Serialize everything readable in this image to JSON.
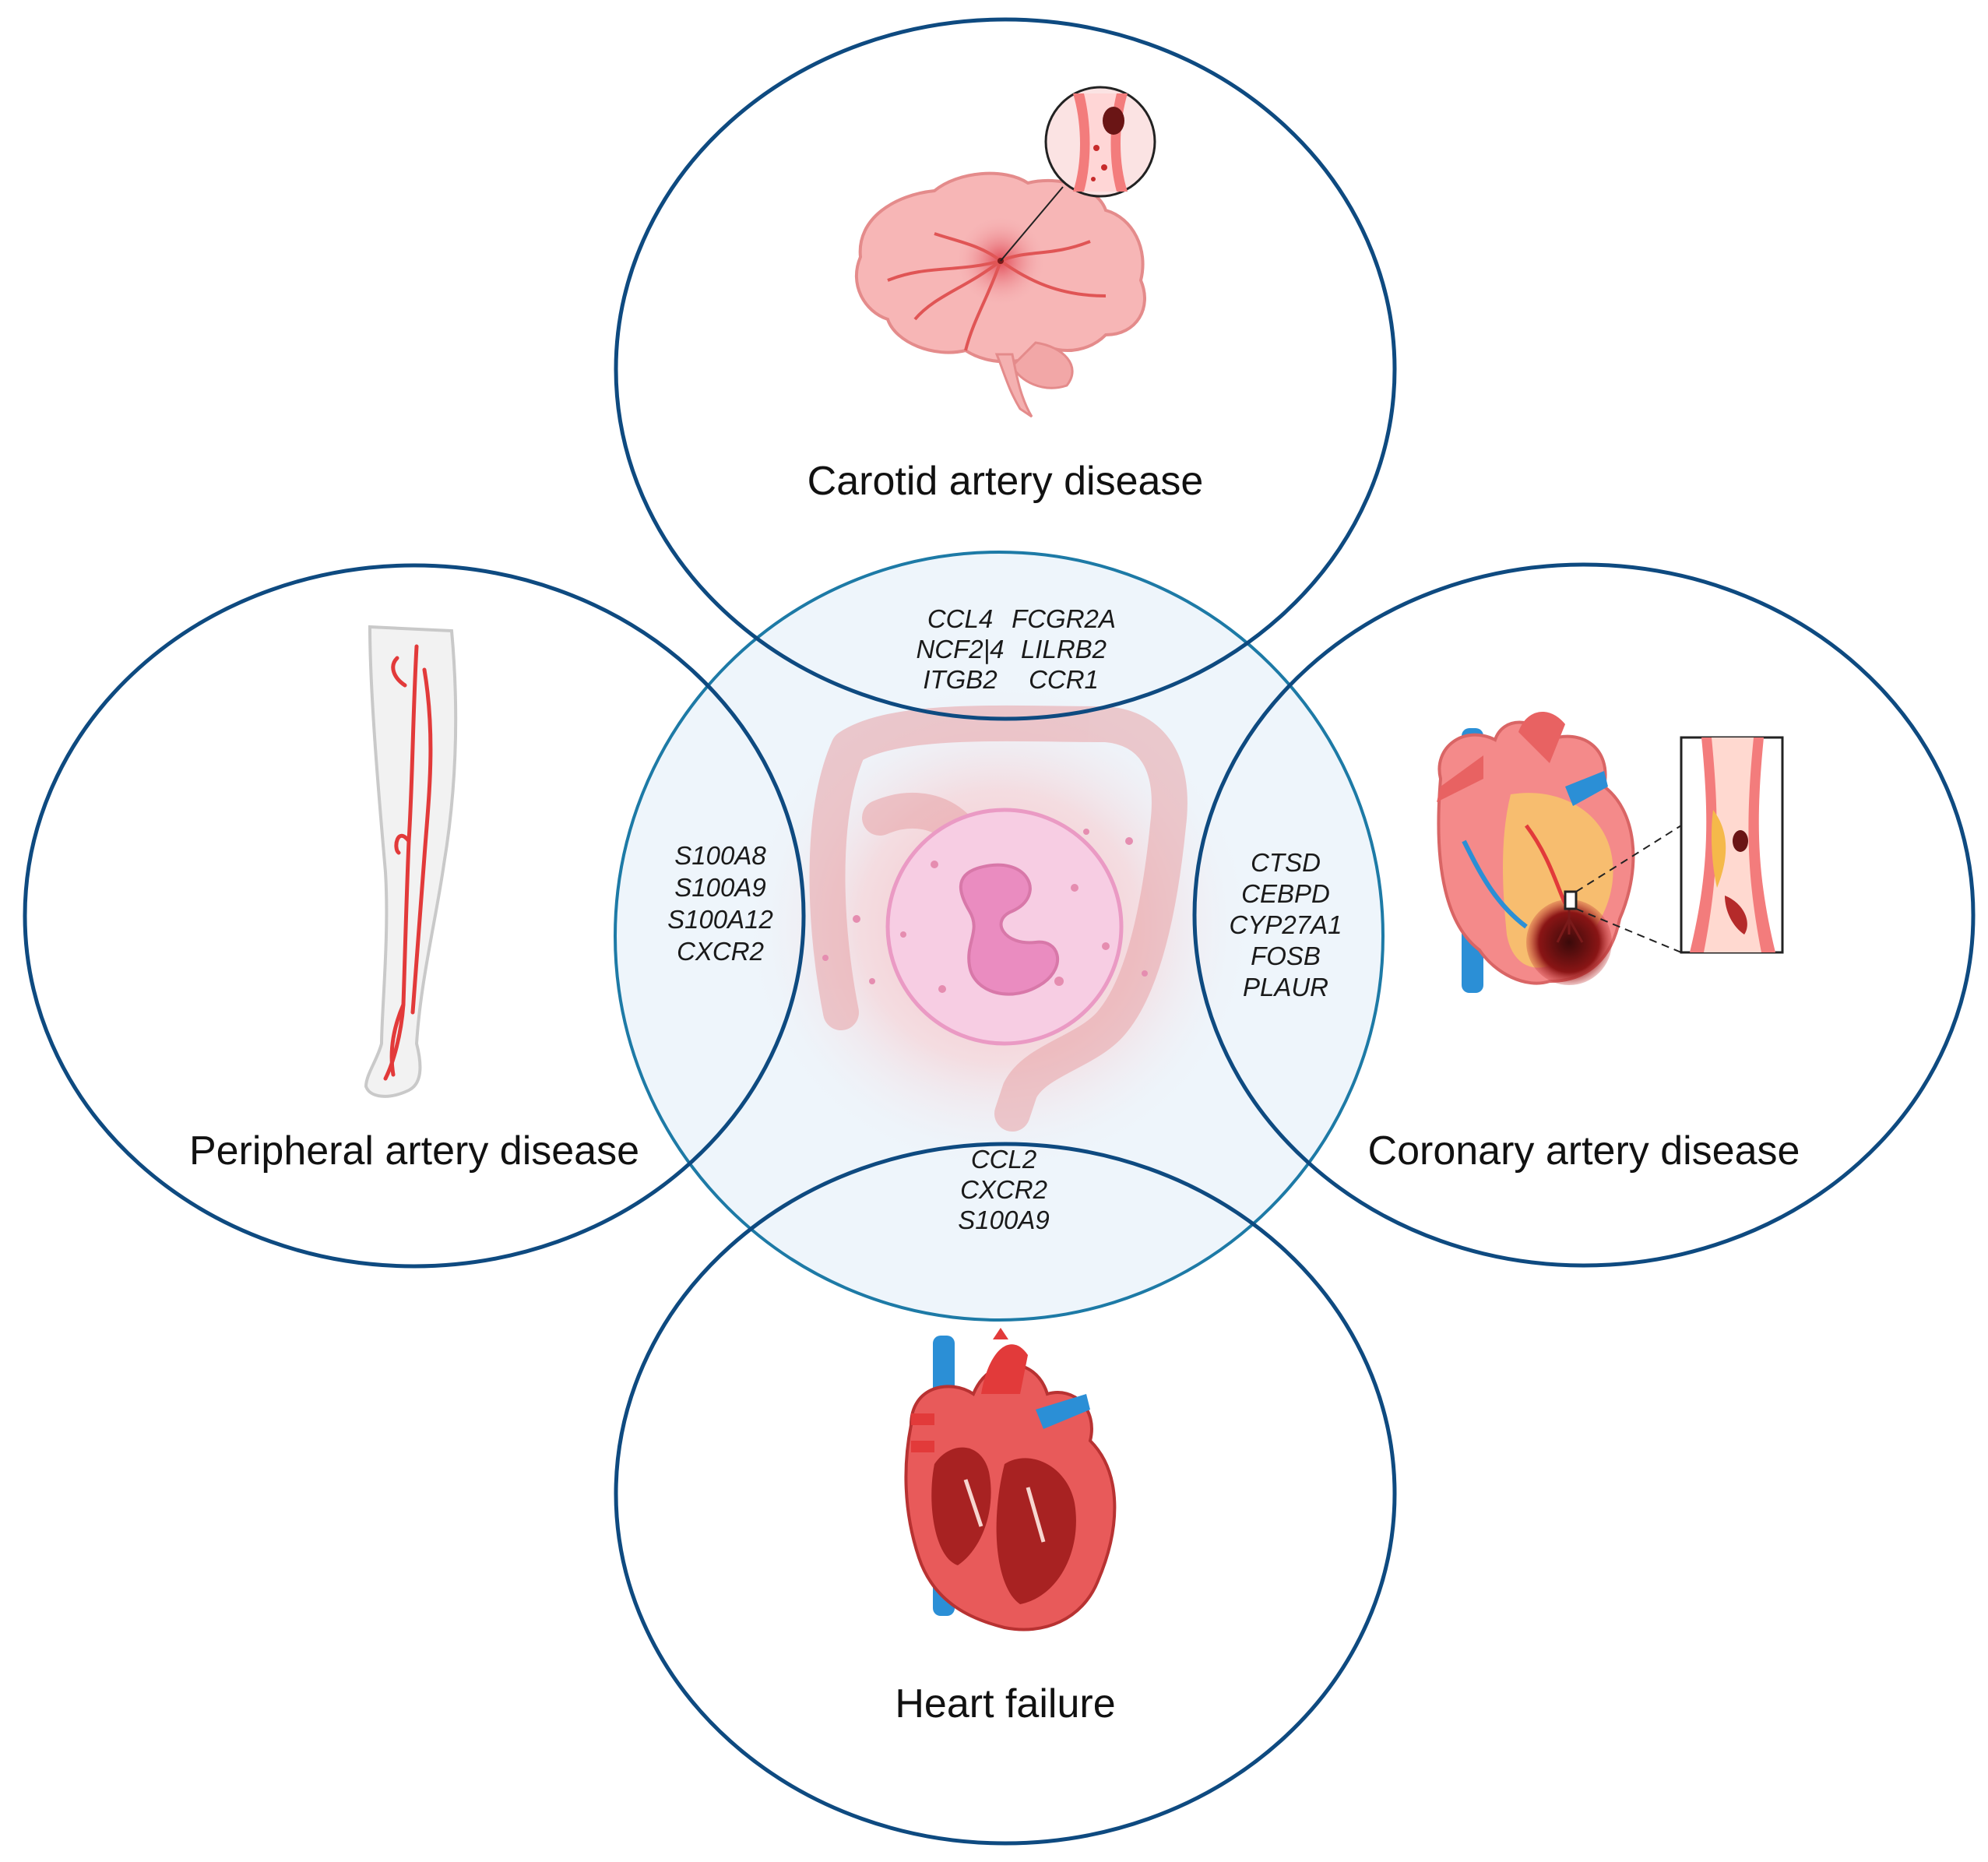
{
  "colors": {
    "outline_dark": "#0e4a80",
    "outline_light": "#1d7aa6",
    "center_fill": "#eef5fb",
    "artery_red": "#e23a3a",
    "vein_blue": "#2b8fd6"
  },
  "diseases": {
    "carotid": {
      "label": "Carotid artery disease",
      "icon": "brain-with-blocked-artery-icon"
    },
    "peripheral": {
      "label": "Peripheral artery disease",
      "icon": "leg-arteries-icon"
    },
    "coronary": {
      "label": "Coronary artery disease",
      "icon": "heart-with-plaque-icon"
    },
    "heart_failure": {
      "label": "Heart failure",
      "icon": "heart-cross-section-icon"
    }
  },
  "center": {
    "icon": "neutrophil-over-intestine-icon"
  },
  "genes": {
    "carotid_left": [
      "CCL4",
      "NCF2|4",
      "ITGB2"
    ],
    "carotid_right": [
      "FCGR2A",
      "LILRB2",
      "CCR1"
    ],
    "peripheral": [
      "S100A8",
      "S100A9",
      "S100A12",
      "CXCR2"
    ],
    "coronary": [
      "CTSD",
      "CEBPD",
      "CYP27A1",
      "FOSB",
      "PLAUR"
    ],
    "heart_failure": [
      "CCL2",
      "CXCR2",
      "S100A9"
    ]
  }
}
